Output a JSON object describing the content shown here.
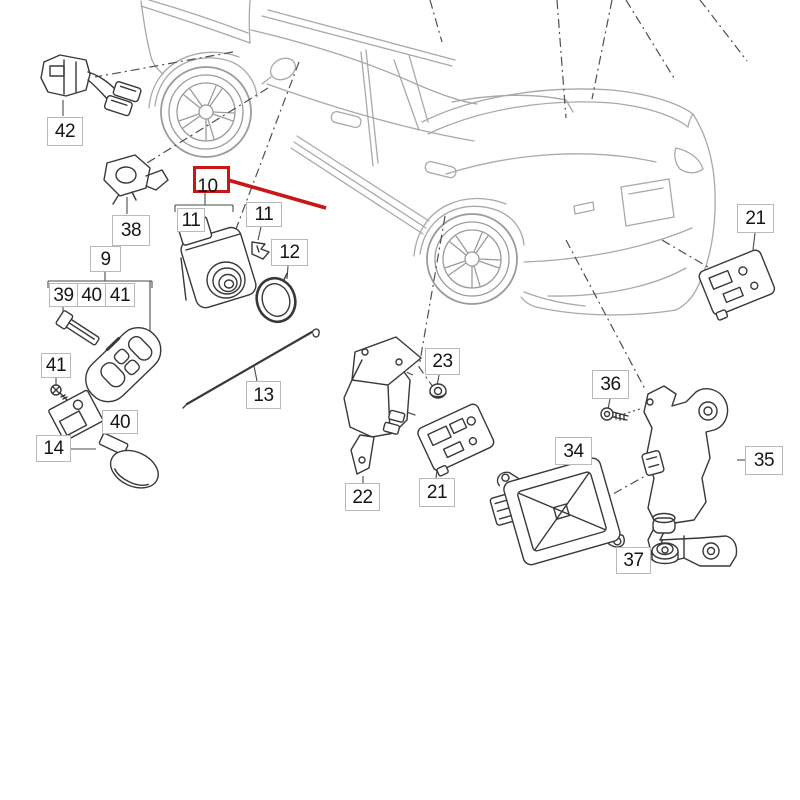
{
  "diagram": {
    "kind": "vehicle-parts-exploded-diagram",
    "background_color": "#ffffff",
    "car_line_color": "#a9a9a9",
    "part_line_color": "#383838",
    "highlight_color": "#c91616",
    "highlighted_label": "10",
    "labels": [
      {
        "id": "42",
        "text": "42"
      },
      {
        "id": "38",
        "text": "38"
      },
      {
        "id": "9",
        "text": "9"
      },
      {
        "id": "39",
        "text": "39"
      },
      {
        "id": "40-group",
        "text": "40"
      },
      {
        "id": "41-group",
        "text": "41"
      },
      {
        "id": "41",
        "text": "41"
      },
      {
        "id": "40",
        "text": "40"
      },
      {
        "id": "14",
        "text": "14"
      },
      {
        "id": "10",
        "text": "10"
      },
      {
        "id": "11-left",
        "text": "11"
      },
      {
        "id": "11-right",
        "text": "11"
      },
      {
        "id": "12",
        "text": "12"
      },
      {
        "id": "13",
        "text": "13"
      },
      {
        "id": "22",
        "text": "22"
      },
      {
        "id": "23",
        "text": "23"
      },
      {
        "id": "21-center",
        "text": "21"
      },
      {
        "id": "34",
        "text": "34"
      },
      {
        "id": "36",
        "text": "36"
      },
      {
        "id": "35",
        "text": "35"
      },
      {
        "id": "37",
        "text": "37"
      },
      {
        "id": "21-right",
        "text": "21"
      }
    ]
  }
}
